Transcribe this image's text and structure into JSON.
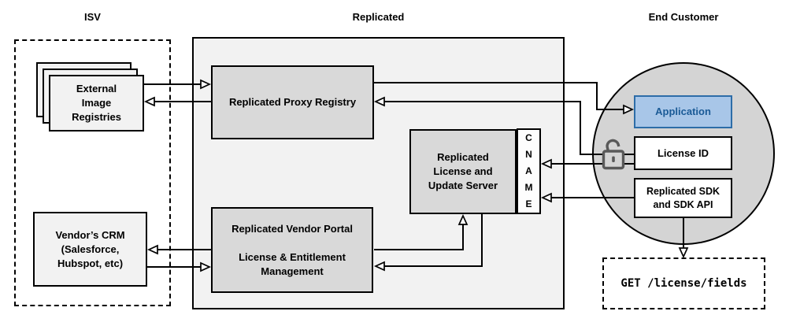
{
  "labels": {
    "isv": "ISV",
    "replicated": "Replicated",
    "end_customer": "End Customer"
  },
  "nodes": {
    "external_registries": "External\nImage\nRegistries",
    "vendor_crm": "Vendor’s CRM\n(Salesforce,\nHubspot, etc)",
    "proxy_registry": "Replicated Proxy Registry",
    "vendor_portal": "Replicated Vendor Portal\n\nLicense & Entitlement\nManagement",
    "update_server": "Replicated\nLicense and\nUpdate Server",
    "cname": "C\nN\nA\nM\nE",
    "application": "Application",
    "license_id": "License ID",
    "sdk": "Replicated SDK\nand SDK API",
    "get_endpoint": "GET /license/fields"
  },
  "icons": {
    "padlock": "unlocked-padlock-icon"
  },
  "colors": {
    "canvas_bg": "#ffffff",
    "container_fill": "#f2f2f2",
    "node_fill": "#d9d9d9",
    "light_node_fill": "#f2f2f2",
    "circle_fill": "#d4d4d4",
    "stroke": "#000000",
    "app_fill": "#a8c6e8",
    "app_border": "#2d6da8",
    "app_text": "#1a5a96",
    "padlock": "#595959"
  }
}
